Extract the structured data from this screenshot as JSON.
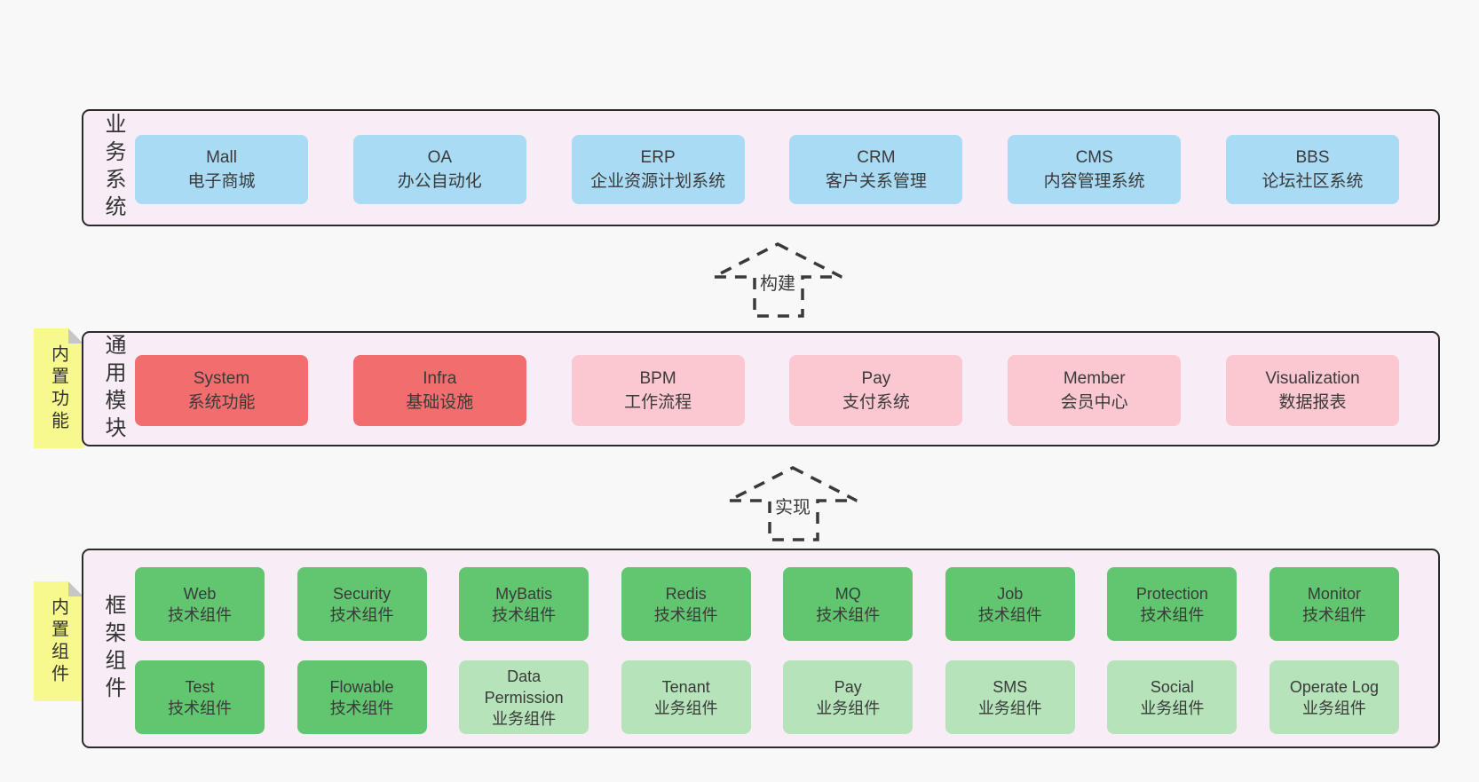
{
  "colors": {
    "page_background": "#f8f8f8",
    "band_background": "#f8edf6",
    "band_border": "#2b2b2b",
    "business_system_box": "#a9dbf5",
    "core_module_box": "#f26d6e",
    "extension_module_box": "#fbc8d1",
    "tech_component_box": "#62c56f",
    "biz_component_box": "#b6e3b9",
    "sticky_note": "#f7f98f",
    "sticky_fold": "#c6c6c6"
  },
  "stickies": [
    {
      "label": "内置功能"
    },
    {
      "label": "内置组件"
    }
  ],
  "arrows": [
    {
      "label": "构建"
    },
    {
      "label": "实现"
    }
  ],
  "bands": [
    {
      "label": "业务系统",
      "boxes": [
        {
          "title": "Mall",
          "subtitle": "电子商城",
          "variant": "blue"
        },
        {
          "title": "OA",
          "subtitle": "办公自动化",
          "variant": "blue"
        },
        {
          "title": "ERP",
          "subtitle": "企业资源计划系统",
          "variant": "blue"
        },
        {
          "title": "CRM",
          "subtitle": "客户关系管理",
          "variant": "blue"
        },
        {
          "title": "CMS",
          "subtitle": "内容管理系统",
          "variant": "blue"
        },
        {
          "title": "BBS",
          "subtitle": "论坛社区系统",
          "variant": "blue"
        }
      ]
    },
    {
      "label": "通用模块",
      "boxes": [
        {
          "title": "System",
          "subtitle": "系统功能",
          "variant": "red"
        },
        {
          "title": "Infra",
          "subtitle": "基础设施",
          "variant": "red"
        },
        {
          "title": "BPM",
          "subtitle": "工作流程",
          "variant": "pink"
        },
        {
          "title": "Pay",
          "subtitle": "支付系统",
          "variant": "pink"
        },
        {
          "title": "Member",
          "subtitle": "会员中心",
          "variant": "pink"
        },
        {
          "title": "Visualization",
          "subtitle": "数据报表",
          "variant": "pink"
        }
      ]
    },
    {
      "label": "框架组件",
      "rows": [
        [
          {
            "title": "Web",
            "subtitle": "技术组件",
            "variant": "green"
          },
          {
            "title": "Security",
            "subtitle": "技术组件",
            "variant": "green"
          },
          {
            "title": "MyBatis",
            "subtitle": "技术组件",
            "variant": "green"
          },
          {
            "title": "Redis",
            "subtitle": "技术组件",
            "variant": "green"
          },
          {
            "title": "MQ",
            "subtitle": "技术组件",
            "variant": "green"
          },
          {
            "title": "Job",
            "subtitle": "技术组件",
            "variant": "green"
          },
          {
            "title": "Protection",
            "subtitle": "技术组件",
            "variant": "green"
          },
          {
            "title": "Monitor",
            "subtitle": "技术组件",
            "variant": "green"
          }
        ],
        [
          {
            "title": "Test",
            "subtitle": "技术组件",
            "variant": "green"
          },
          {
            "title": "Flowable",
            "subtitle": "技术组件",
            "variant": "green"
          },
          {
            "title": "Data Permission",
            "subtitle": "业务组件",
            "variant": "green-light"
          },
          {
            "title": "Tenant",
            "subtitle": "业务组件",
            "variant": "green-light"
          },
          {
            "title": "Pay",
            "subtitle": "业务组件",
            "variant": "green-light"
          },
          {
            "title": "SMS",
            "subtitle": "业务组件",
            "variant": "green-light"
          },
          {
            "title": "Social",
            "subtitle": "业务组件",
            "variant": "green-light"
          },
          {
            "title": "Operate Log",
            "subtitle": "业务组件",
            "variant": "green-light"
          }
        ]
      ]
    }
  ]
}
